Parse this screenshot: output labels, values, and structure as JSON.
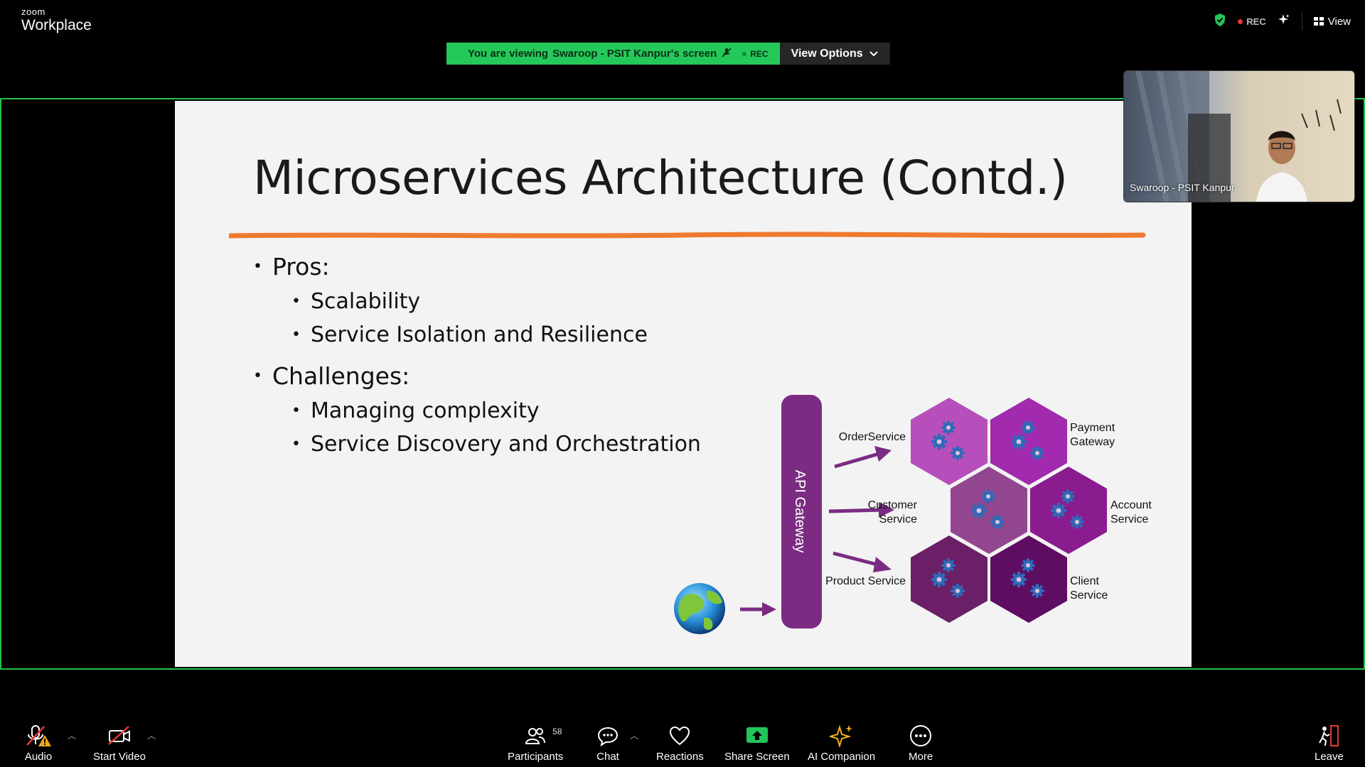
{
  "app": {
    "brand_small": "zoom",
    "brand_big": "Workplace"
  },
  "top_right": {
    "rec_label": "REC",
    "view_label": "View"
  },
  "share_banner": {
    "viewing_prefix": "You are viewing",
    "presenter_screen": "Swaroop - PSIT Kanpur's screen",
    "rec_label": "REC",
    "view_options_label": "View Options"
  },
  "slide": {
    "title": "Microservices Architecture (Contd.)",
    "bullets": {
      "pros_heading": "Pros:",
      "pros": [
        "Scalability",
        "Service Isolation and Resilience"
      ],
      "challenges_heading": "Challenges:",
      "challenges": [
        "Managing complexity",
        "Service Discovery and Orchestration"
      ]
    },
    "diagram": {
      "gateway_label": "API Gateway",
      "labels": {
        "order": "OrderService",
        "customer_1": "Customer",
        "customer_2": "Service",
        "product": "Product Service",
        "payment_1": "Payment",
        "payment_2": "Gateway",
        "account_1": "Account",
        "account_2": "Service",
        "client_1": "Client",
        "client_2": "Service"
      },
      "hex_colors": [
        "#b64fbc",
        "#a22aae",
        "#92468f",
        "#8a1c8f",
        "#6a1f67",
        "#5e0d63"
      ]
    }
  },
  "video": {
    "participant_name": "Swaroop - PSIT Kanpur"
  },
  "toolbar": {
    "audio": "Audio",
    "start_video": "Start Video",
    "participants": "Participants",
    "participants_count": "58",
    "chat": "Chat",
    "reactions": "Reactions",
    "share_screen": "Share Screen",
    "ai_companion": "AI Companion",
    "more": "More",
    "leave": "Leave"
  },
  "colors": {
    "share_green": "#24c95a",
    "accent_orange": "#ef7a2f",
    "gateway_purple": "#7b2c82"
  }
}
